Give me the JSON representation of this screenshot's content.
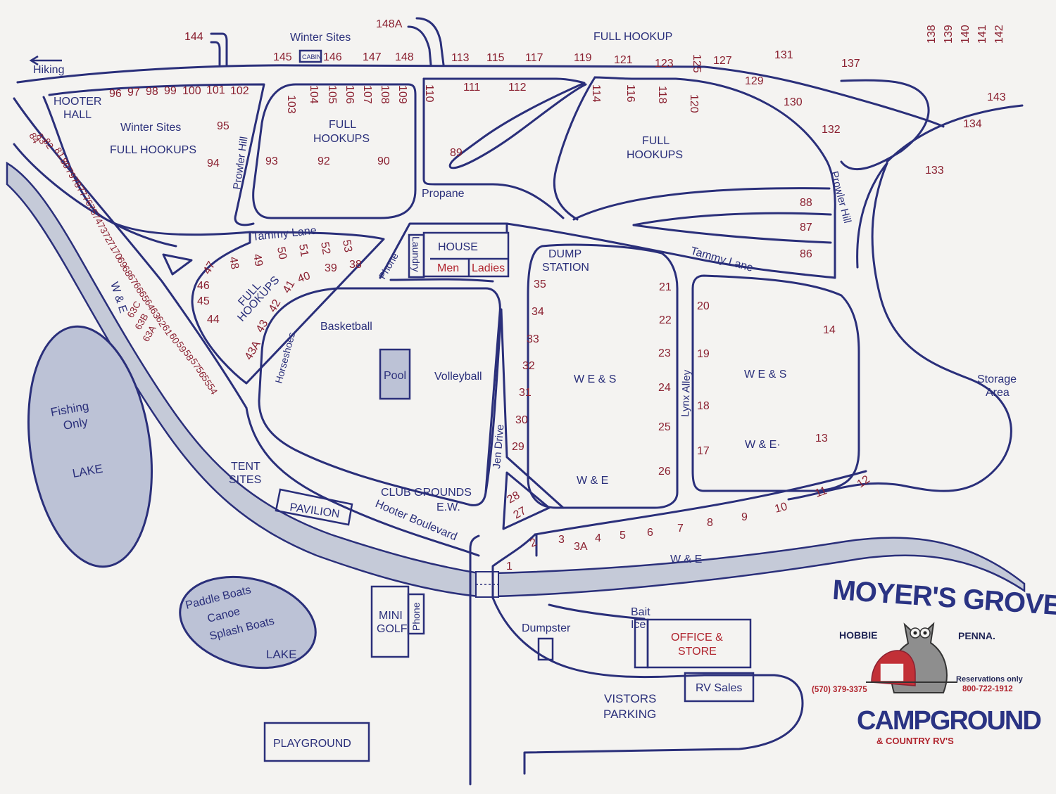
{
  "areas": {
    "hiking": "Hiking",
    "winter_sites_top": "Winter Sites",
    "cabin": "CABIN",
    "full_hookup_top": "FULL HOOKUP",
    "hooter_hall_1": "HOOTER",
    "hooter_hall_2": "HALL",
    "winter_sites_left": "Winter Sites",
    "full_hookups_left": "FULL HOOKUPS",
    "full_hookups_center_1": "FULL",
    "full_hookups_center_2": "HOOKUPS",
    "full_hookups_right_1": "FULL",
    "full_hookups_right_2": "HOOKUPS",
    "full_hookups_diag_1": "FULL",
    "full_hookups_diag_2": "HOOKUPS",
    "propane": "Propane",
    "house": "HOUSE",
    "men": "Men",
    "ladies": "Ladies",
    "laundry": "Laundry",
    "phone_1": "Phone",
    "phone_2": "Phone",
    "dump_station_1": "DUMP",
    "dump_station_2": "STATION",
    "basketball": "Basketball",
    "horseshoes": "Horseshoes",
    "pool": "Pool",
    "volleyball": "Volleyball",
    "wes_1": "W E & S",
    "wes_2": "W E & S",
    "we_left": "W & E",
    "we_center": "W & E",
    "we_right": "W & E·",
    "we_bottom": "W & E",
    "storage_1": "Storage",
    "storage_2": "Area",
    "fishing_1": "Fishing",
    "fishing_2": "Only",
    "lake_1": "LAKE",
    "lake_2": "LAKE",
    "paddle": "Paddle Boats",
    "canoe": "Canoe",
    "splash": "Splash Boats",
    "tent_1": "TENT",
    "tent_2": "SITES",
    "pavilion": "PAVILION",
    "club_1": "CLUB GROUNDS",
    "club_2": "E.W.",
    "mini_1": "MINI",
    "mini_2": "GOLF",
    "dumpster": "Dumpster",
    "bait": "Bait",
    "ice": "Ice",
    "office_1": "OFFICE &",
    "office_2": "STORE",
    "rv_sales": "RV Sales",
    "visitors_1": "VISTORS",
    "visitors_2": "PARKING",
    "playground": "PLAYGROUND"
  },
  "roads": {
    "tammy_lane_1": "Tammy Lane",
    "tammy_lane_2": "Tammy Lane",
    "prowler_hill_1": "Prowler Hill",
    "prowler_hill_2": "Prowler Hill",
    "jen_drive": "Jen Drive",
    "lynx_alley": "Lynx Alley",
    "hooter_blvd": "Hooter Boulevard"
  },
  "sites": {
    "s144": "144",
    "s148a": "148A",
    "s145": "145",
    "s146": "146",
    "s147": "147",
    "s148": "148",
    "s113": "113",
    "s115": "115",
    "s117": "117",
    "s119": "119",
    "s121": "121",
    "s123": "123",
    "s125": "125",
    "s127": "127",
    "s131": "131",
    "s137": "137",
    "s138": "138",
    "s139": "139",
    "s140": "140",
    "s141": "141",
    "s142": "142",
    "s96": "96",
    "s97": "97",
    "s98": "98",
    "s99": "99",
    "s100": "100",
    "s101": "101",
    "s102": "102",
    "s103": "103",
    "s104": "104",
    "s105": "105",
    "s106": "106",
    "s107": "107",
    "s108": "108",
    "s109": "109",
    "s110": "110",
    "s111": "111",
    "s112": "112",
    "s114": "114",
    "s116": "116",
    "s118": "118",
    "s120": "120",
    "s129": "129",
    "s130": "130",
    "s132": "132",
    "s143": "143",
    "s134": "134",
    "s133": "133",
    "s95": "95",
    "s94": "94",
    "s93": "93",
    "s92": "92",
    "s90": "90",
    "s89": "89",
    "s88": "88",
    "s87": "87",
    "s86": "86",
    "s84": "84",
    "s83": "83",
    "s82": "82",
    "s81": "81",
    "s80": "80",
    "s79": "79",
    "s78": "78",
    "s77": "77",
    "s76": "76",
    "s75": "75",
    "s74": "74",
    "s73": "73",
    "s72": "72",
    "s71": "71",
    "s70": "70",
    "s69": "69",
    "s68": "68",
    "s67": "67",
    "s66": "66",
    "s65": "65",
    "s64": "64",
    "s63": "63",
    "s62": "62",
    "s61": "61",
    "s60": "60",
    "s59": "59",
    "s58": "58",
    "s57": "57",
    "s56": "56",
    "s55": "55",
    "s54": "54",
    "s63c": "63C",
    "s63b": "63B",
    "s63a": "63A",
    "s49": "49",
    "s50": "50",
    "s51": "51",
    "s52": "52",
    "s53": "53",
    "s47": "47",
    "s48": "48",
    "s46": "46",
    "s45": "45",
    "s44": "44",
    "s43": "43",
    "s43a": "43A",
    "s42": "42",
    "s41": "41",
    "s40": "40",
    "s39": "39",
    "s38": "38",
    "s35": "35",
    "s34": "34",
    "s33": "33",
    "s32": "32",
    "s31": "31",
    "s30": "30",
    "s29": "29",
    "s28": "28",
    "s27": "27",
    "s21": "21",
    "s22": "22",
    "s23": "23",
    "s24": "24",
    "s25": "25",
    "s26": "26",
    "s20": "20",
    "s19": "19",
    "s18": "18",
    "s17": "17",
    "s14": "14",
    "s13": "13",
    "s12": "12",
    "s11": "11",
    "s10": "10",
    "s9": "9",
    "s8": "8",
    "s7": "7",
    "s6": "6",
    "s5": "5",
    "s4": "4",
    "s3a": "3A",
    "s3": "3",
    "s2": "2",
    "s1": "1",
    "we_strip": "W & E"
  },
  "logo": {
    "title": "MOYER'S GROVE",
    "hobbie": "HOBBIE",
    "penna": "PENNA.",
    "phone": "(570) 379-3375",
    "reservations": "Reservations only",
    "toll_free": "800-722-1912",
    "campground": "CAMPGROUND",
    "tagline": "& COUNTRY RV'S"
  },
  "colors": {
    "ink": "#2a2f7a",
    "site_numbers": "#8a2030",
    "water": "#bcc2d6",
    "paper": "#f4f3f1"
  }
}
